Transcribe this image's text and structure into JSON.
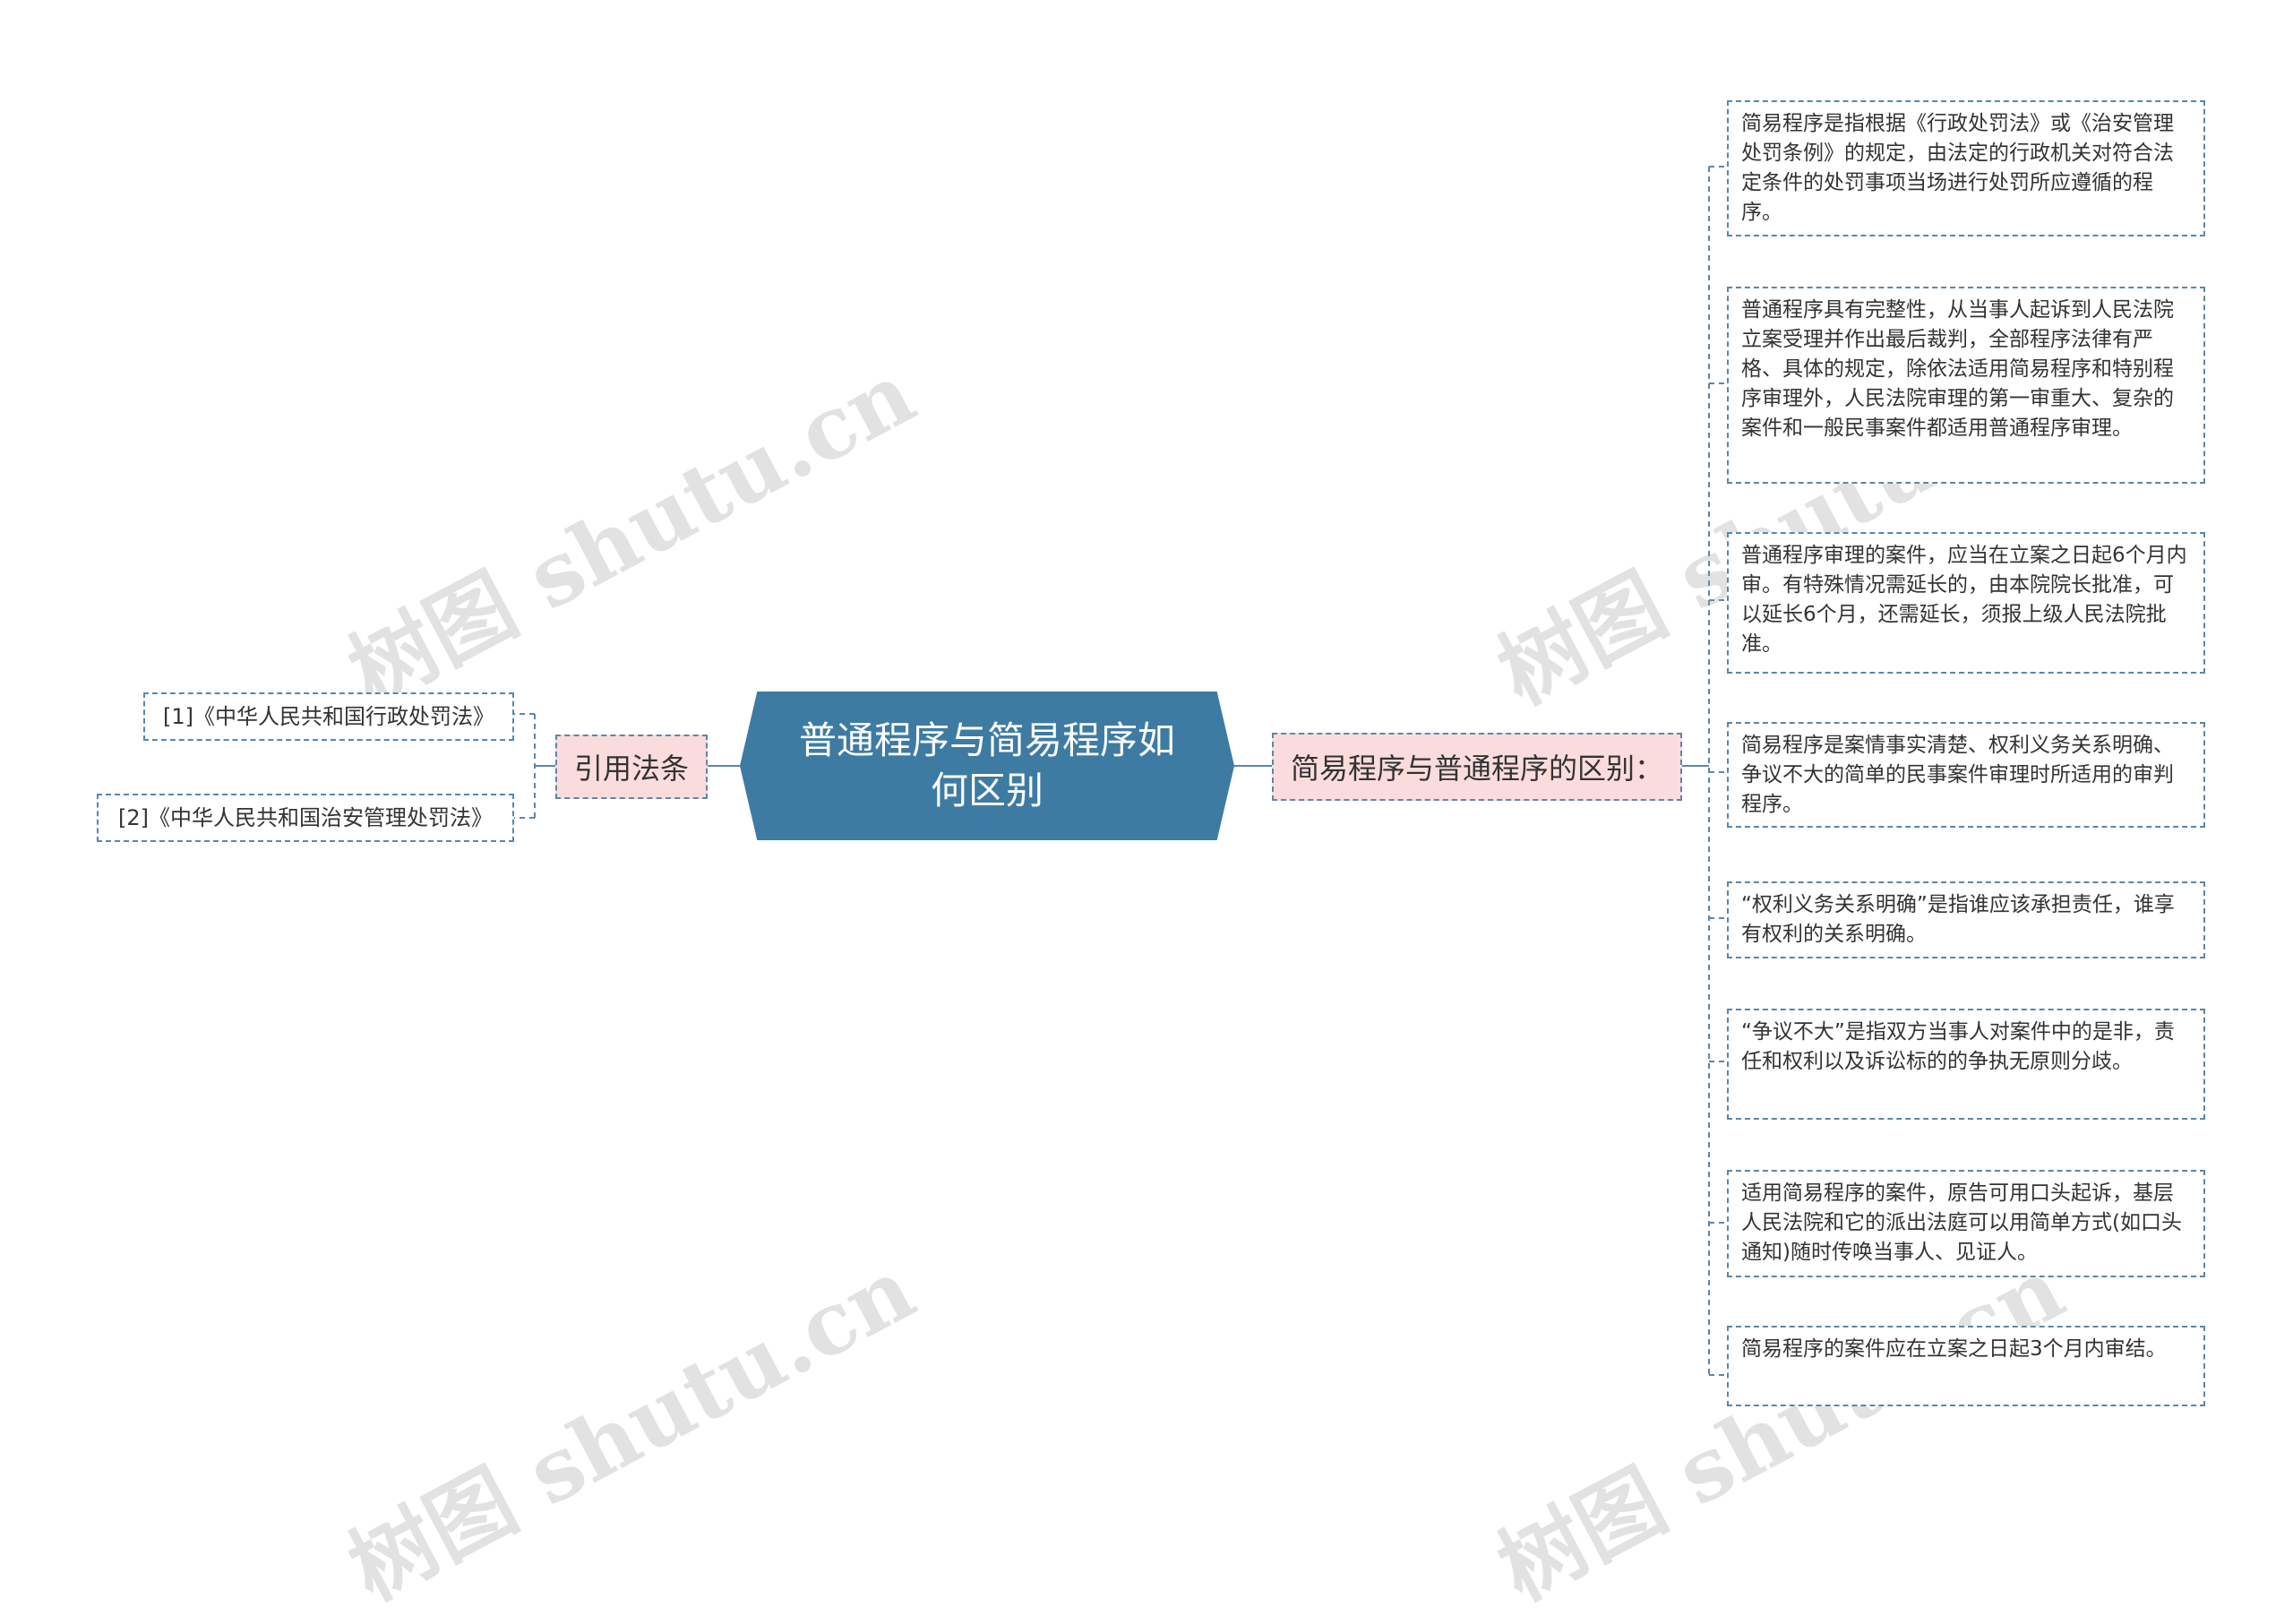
{
  "central": {
    "title": "普通程序与简易程序如何区别"
  },
  "left_branch": {
    "label": "引用法条",
    "items": [
      {
        "text": "[1]《中华人民共和国行政处罚法》"
      },
      {
        "text": "[2]《中华人民共和国治安管理处罚法》"
      }
    ]
  },
  "right_branch": {
    "label": "简易程序与普通程序的区别：",
    "items": [
      {
        "text": "简易程序是指根据《行政处罚法》或《治安管理处罚条例》的规定，由法定的行政机关对符合法定条件的处罚事项当场进行处罚所应遵循的程序。"
      },
      {
        "text": "普通程序具有完整性，从当事人起诉到人民法院立案受理并作出最后裁判，全部程序法律有严格、具体的规定，除依法适用简易程序和特别程序审理外，人民法院审理的第一审重大、复杂的案件和一般民事案件都适用普通程序审理。"
      },
      {
        "text": "普通程序审理的案件，应当在立案之日起6个月内审。有特殊情况需延长的，由本院院长批准，可以延长6个月，还需延长，须报上级人民法院批准。"
      },
      {
        "text": "简易程序是案情事实清楚、权利义务关系明确、争议不大的简单的民事案件审理时所适用的审判程序。"
      },
      {
        "text": "“权利义务关系明确”是指谁应该承担责任，谁享有权利的关系明确。"
      },
      {
        "text": "“争议不大”是指双方当事人对案件中的是非，责任和权利以及诉讼标的的争执无原则分歧。"
      },
      {
        "text": "适用简易程序的案件，原告可用口头起诉，基层人民法院和它的派出法庭可以用简单方式(如口头通知)随时传唤当事人、见证人。"
      },
      {
        "text": "简易程序的案件应在立案之日起3个月内审结。"
      }
    ]
  },
  "watermark": {
    "text": "树图 shutu.cn"
  },
  "colors": {
    "central_fill": "#3e7ba3",
    "branch_fill": "#fbdcdc",
    "border": "#5b87a8",
    "connector": "#5b87a8"
  }
}
